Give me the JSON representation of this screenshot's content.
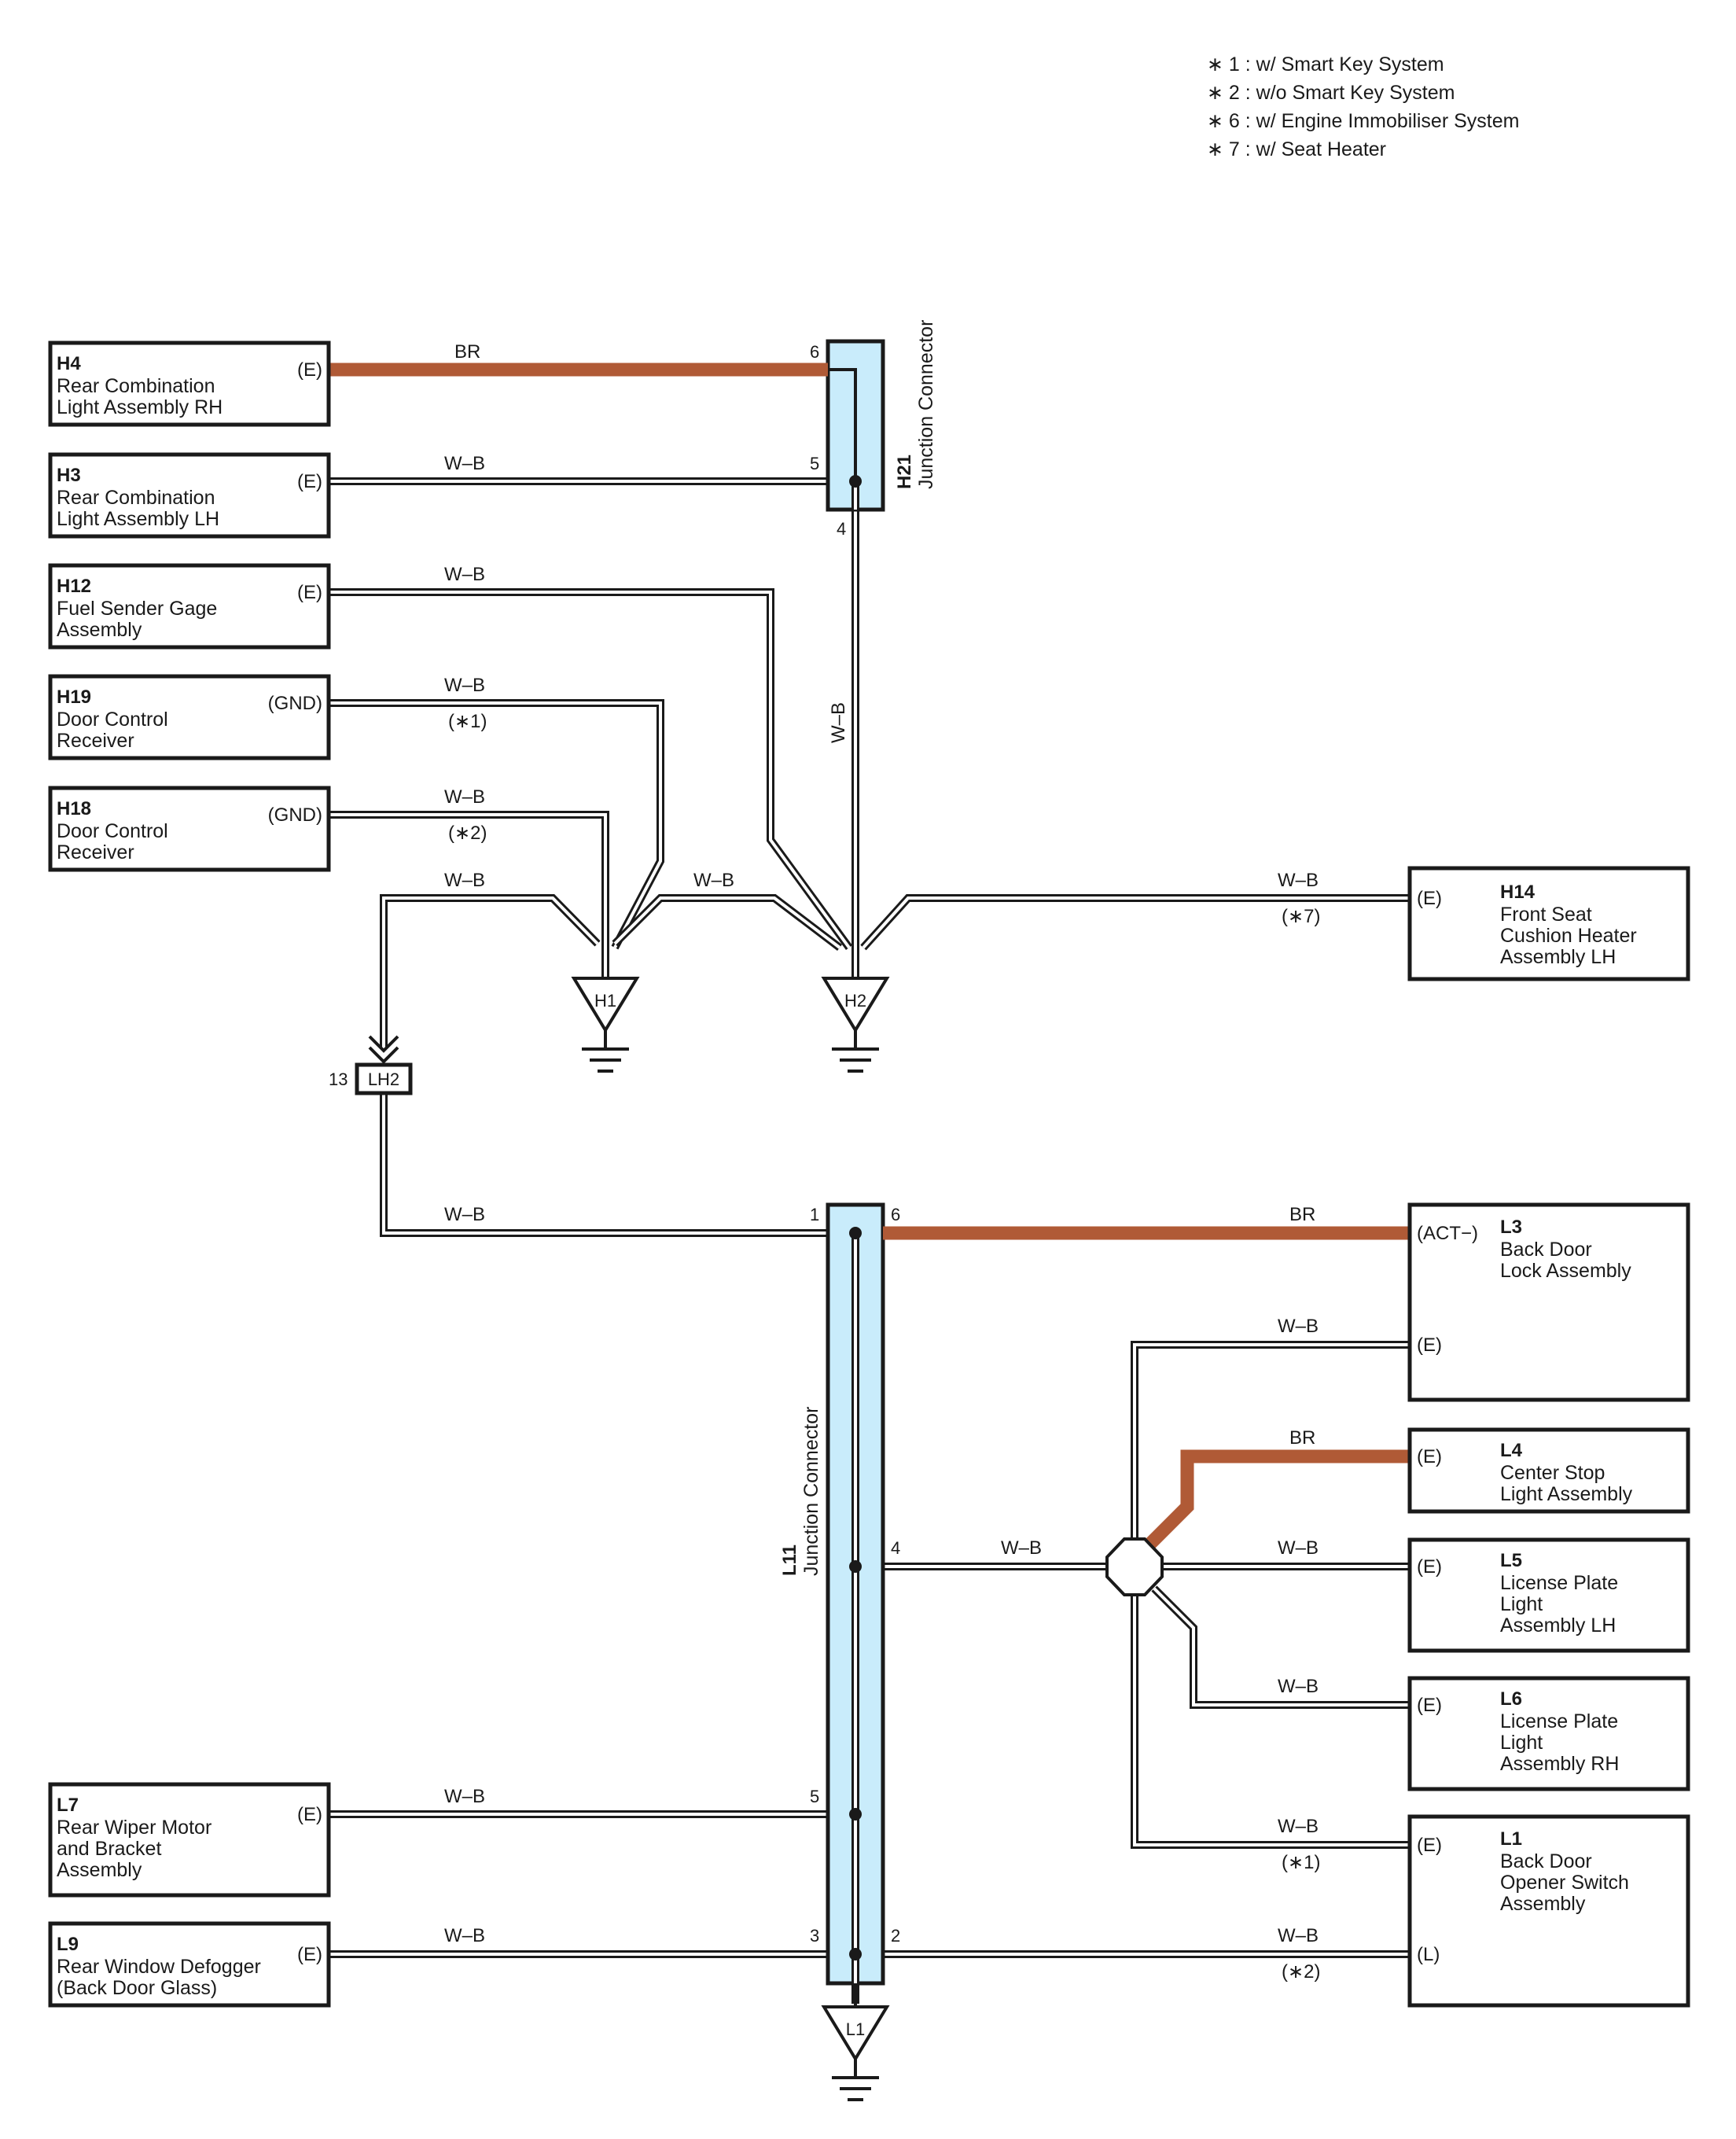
{
  "notes": [
    "∗ 1 : w/ Smart Key System",
    "∗ 2 : w/o Smart Key System",
    "∗ 6 : w/ Engine Immobiliser System",
    "∗ 7 : w/ Seat Heater"
  ],
  "components": {
    "h4": {
      "code": "H4",
      "l1": "Rear Combination",
      "l2": "Light Assembly RH",
      "pin": "(E)"
    },
    "h3": {
      "code": "H3",
      "l1": "Rear Combination",
      "l2": "Light Assembly LH",
      "pin": "(E)"
    },
    "h12": {
      "code": "H12",
      "l1": "Fuel Sender Gage",
      "l2": "Assembly",
      "pin": "(E)"
    },
    "h19": {
      "code": "H19",
      "l1": "Door Control",
      "l2": "Receiver",
      "pin": "(GND)"
    },
    "h18": {
      "code": "H18",
      "l1": "Door Control",
      "l2": "Receiver",
      "pin": "(GND)"
    },
    "h14": {
      "code": "H14",
      "l1": "Front Seat",
      "l2": "Cushion Heater",
      "l3": "Assembly LH",
      "pin": "(E)"
    },
    "l3": {
      "code": "L3",
      "l1": "Back Door",
      "l2": "Lock Assembly",
      "pin1": "(ACT−)",
      "pin2": "(E)"
    },
    "l4": {
      "code": "L4",
      "l1": "Center Stop",
      "l2": "Light Assembly",
      "pin": "(E)"
    },
    "l5": {
      "code": "L5",
      "l1": "License Plate",
      "l2": "Light",
      "l3": "Assembly LH",
      "pin": "(E)"
    },
    "l6": {
      "code": "L6",
      "l1": "License Plate",
      "l2": "Light",
      "l3": "Assembly RH",
      "pin": "(E)"
    },
    "l1": {
      "code": "L1",
      "l1": "Back Door",
      "l2": "Opener Switch",
      "l3": "Assembly",
      "pin1": "(E)",
      "pin2": "(L)"
    },
    "l7": {
      "code": "L7",
      "l1": "Rear Wiper Motor",
      "l2": "and Bracket",
      "l3": "Assembly",
      "pin": "(E)"
    },
    "l9": {
      "code": "L9",
      "l1": "Rear Window Defogger",
      "l2": "(Back Door Glass)",
      "pin": "(E)"
    }
  },
  "junctions": {
    "h21": {
      "code": "H21",
      "name": "Junction Connector",
      "pins": [
        "6",
        "5",
        "4"
      ]
    },
    "l11": {
      "code": "L11",
      "name": "Junction Connector",
      "pins": [
        "1",
        "6",
        "4",
        "5",
        "3",
        "2"
      ]
    }
  },
  "grounds": {
    "h1": "H1",
    "h2": "H2",
    "l1": "L1"
  },
  "connector_lh2": {
    "code": "LH2",
    "pin": "13"
  },
  "wires": {
    "br": "BR",
    "wb": "W–B",
    "opt1": "(∗1)",
    "opt2": "(∗2)",
    "opt7": "(∗7)"
  },
  "colors": {
    "br_wire": "#b05a36",
    "junction_fill": "#c9ecfb"
  }
}
